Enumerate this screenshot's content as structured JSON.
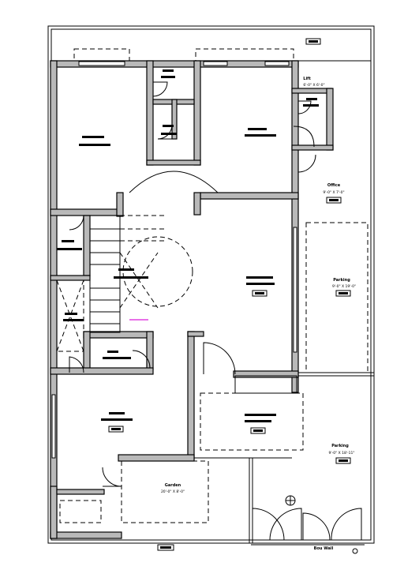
{
  "rooms": {
    "office": {
      "name": "Office",
      "size": "9'-0\" X 7'-0\""
    },
    "lift": {
      "name": "Lift",
      "size": "6'-0\" X 6'-0\""
    },
    "parking_1": {
      "name": "Parking",
      "size": "9'-0\" X 19'-0\""
    },
    "parking_2": {
      "name": "Parking",
      "size": "9'-0\" X 18'-11\""
    },
    "garden": {
      "name": "Garden",
      "size": "20'-0\" X 8'-0\""
    }
  },
  "boundary": {
    "label": "Bou Wall"
  },
  "colors": {
    "wall_fill": "#b9b9b9",
    "line": "#000000",
    "accent": "#e040e0"
  }
}
